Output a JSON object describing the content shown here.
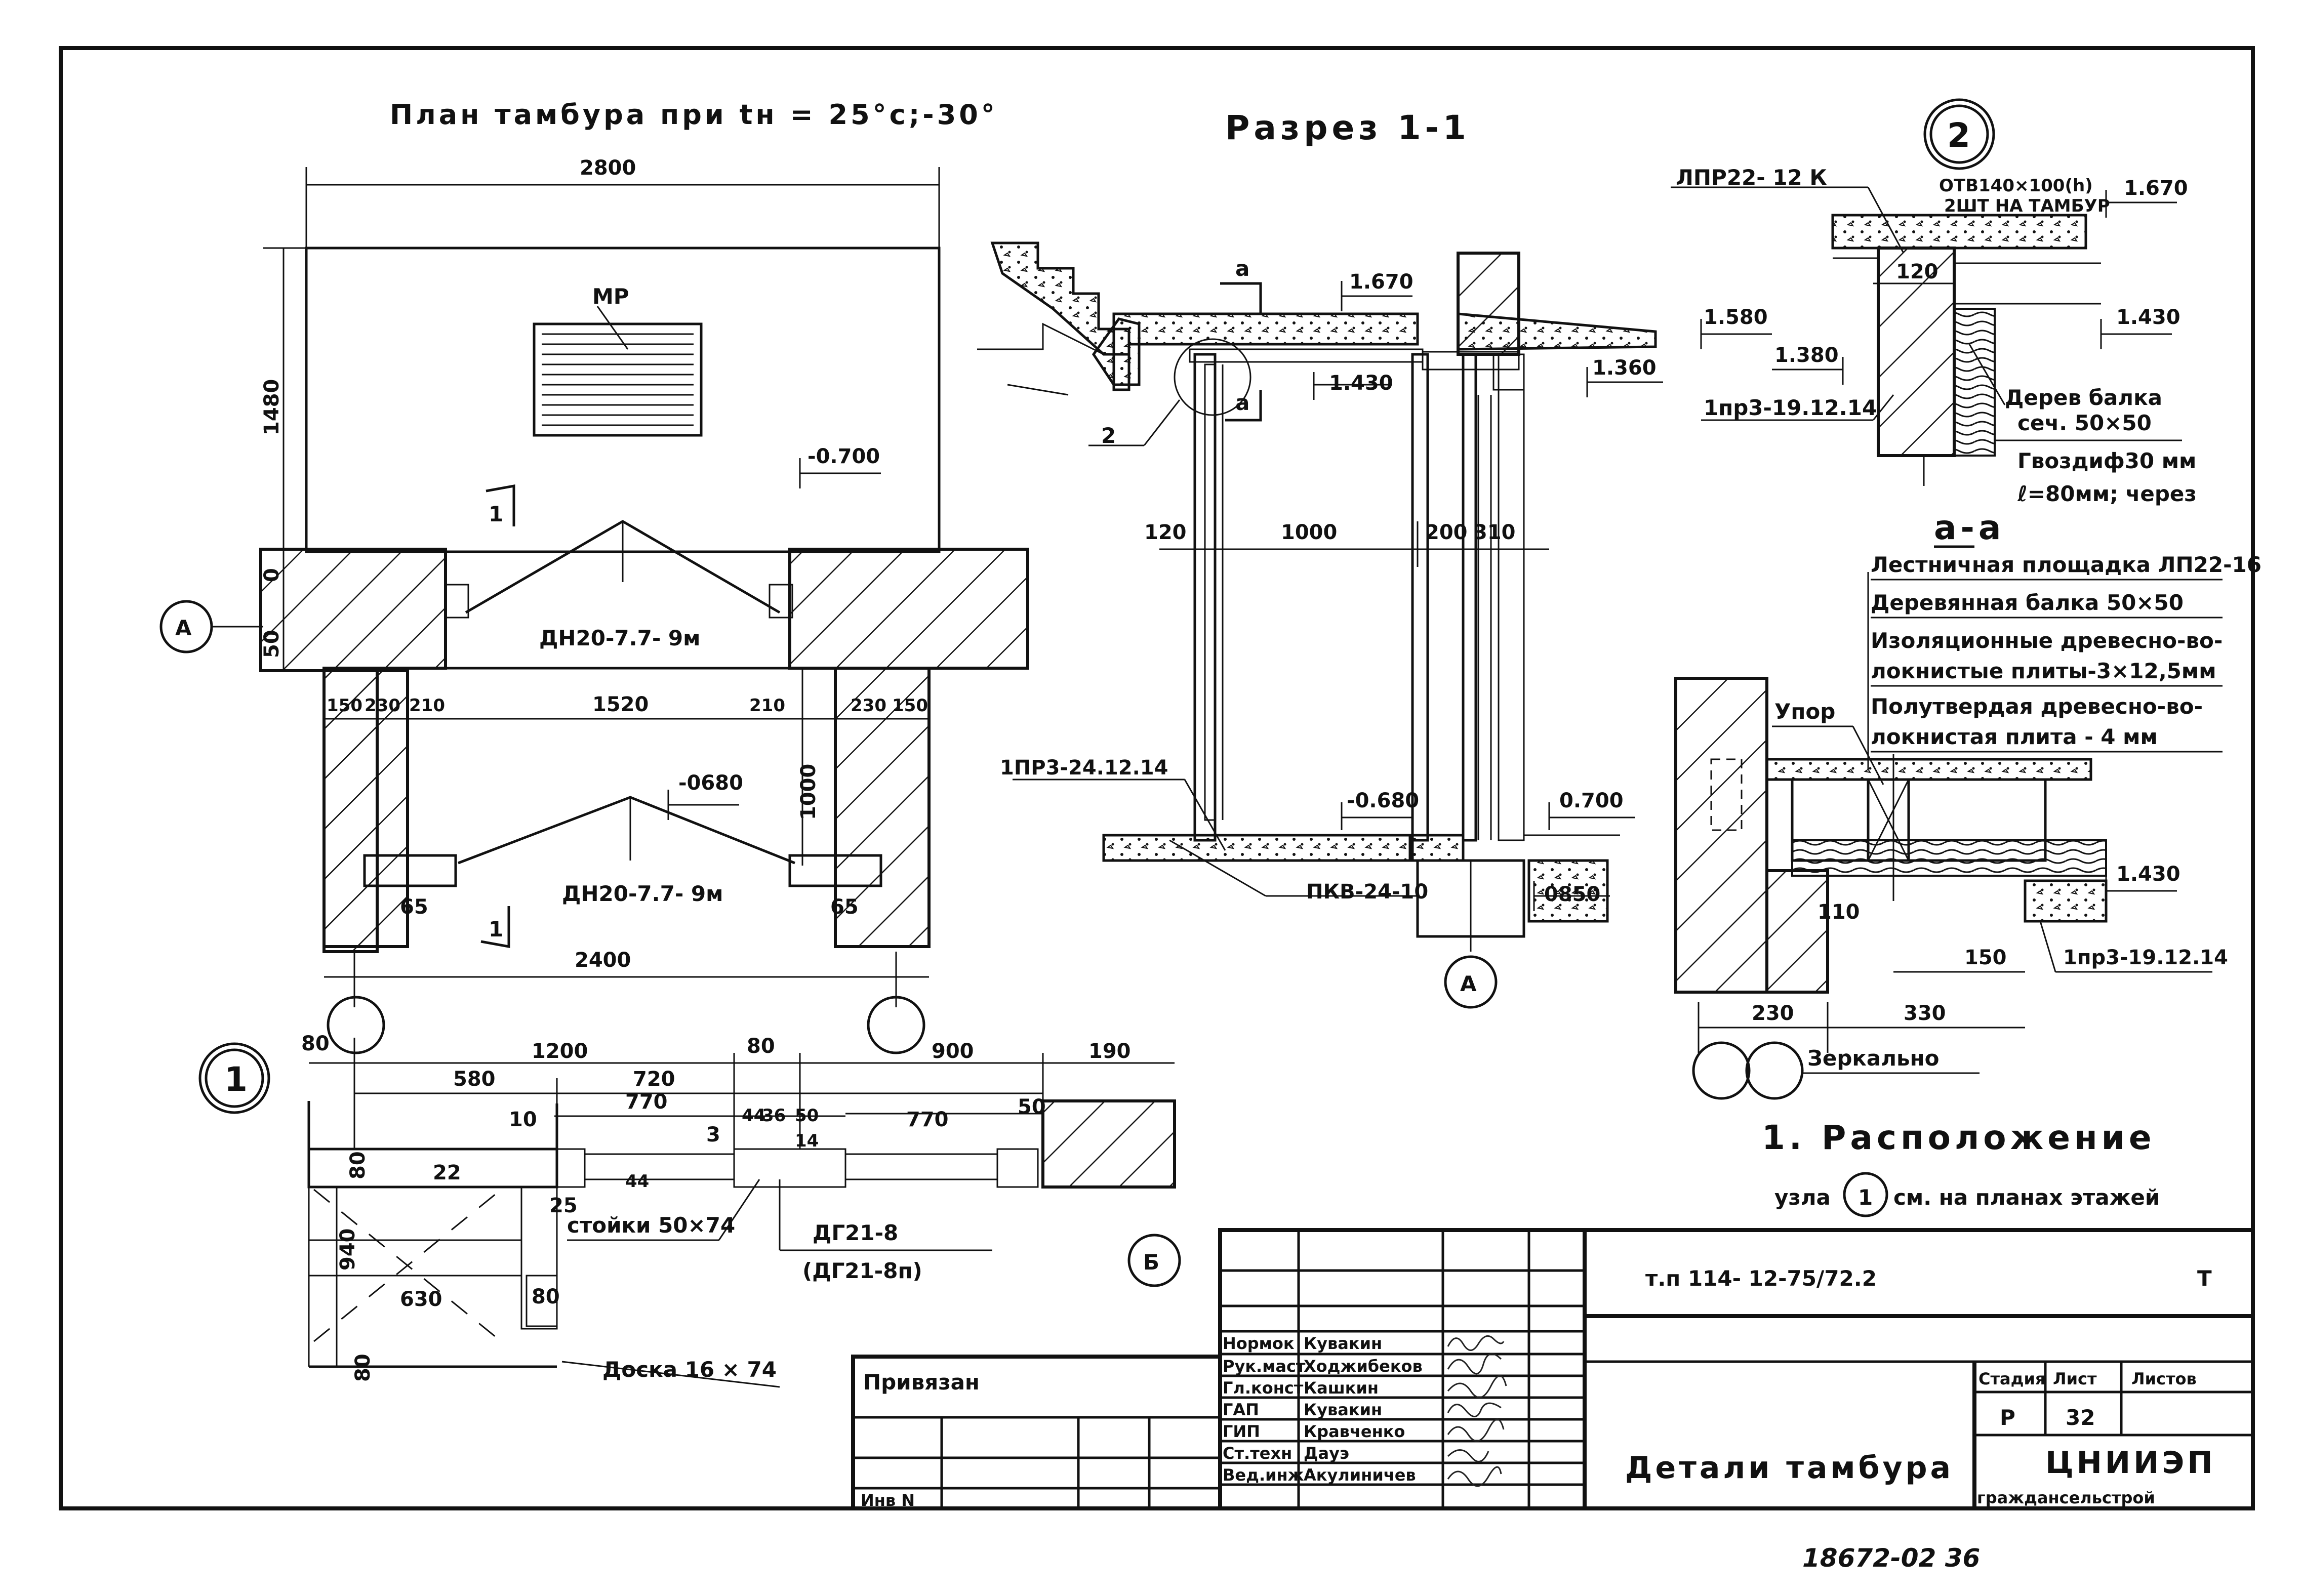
{
  "plan": {
    "title": "План тамбура при tн = 25°с;-30°",
    "label_mr": "МР",
    "door_top": "ДН20-7.7- 9м",
    "door_bottom": "ДН20-7.7- 9м",
    "dims": {
      "top_width": "2800",
      "left_height": "1480",
      "wall_a": "0",
      "wall_b": "50",
      "d150_left": "150",
      "d230_left": "230",
      "d210_left": "210",
      "inner_width": "1520",
      "d210_right": "210",
      "d230_right": "230",
      "d150_right": "150",
      "d1000": "1000",
      "d65_left": "65",
      "d65_right": "65",
      "bottom_width": "2400"
    },
    "levels": {
      "top": "-0.700",
      "mid": "-0680"
    },
    "section_marks": [
      "1",
      "1"
    ],
    "axis_a": "А"
  },
  "section": {
    "title": "Разрез 1-1",
    "labels": {
      "a_top": "а",
      "a_bottom": "а",
      "node": "2",
      "prz_left": "1ПР3-24.12.14",
      "pkv": "ПКВ-24-10"
    },
    "levels": {
      "l1670": "1.670",
      "l1580": "1.580",
      "l1430": "1.430",
      "l1360": "1.360",
      "l0680": "-0.680",
      "l0700": "0.700",
      "l0850": "0850"
    },
    "dims": {
      "d120": "120",
      "d1000": "1000",
      "d200": "200",
      "d310": "310"
    },
    "axis_a": "А"
  },
  "node2": {
    "num": "2",
    "lp": "ЛПР22- 12 К",
    "otv1": "ОТВ140×100(h)",
    "otv2": "2ШТ НА ТАМБУР",
    "l1670": "1.670",
    "l1430": "1.430",
    "l1380": "1.380",
    "d120": "120",
    "prz": "1пр3-19.12.14",
    "beam1": "Дерев балка",
    "beam2": "сеч. 50×50",
    "nail1": "Гвоздиф30 мм",
    "nail2": "ℓ=80мм; через"
  },
  "section_aa": {
    "title": "а-а",
    "notes": [
      "Лестничная площадка ЛП22-16",
      "Деревянная балка 50×50",
      "Изоляционные древесно-во-",
      "локнистые плиты-3×12,5мм",
      "Полутвердая древесно-во-",
      "локнистая плита - 4 мм"
    ],
    "upor": "Упор",
    "l1430": "1.430",
    "d110": "110",
    "d150": "150",
    "prz": "1пр3-19.12.14",
    "d230": "230",
    "d330": "330",
    "mirror": "Зеркально"
  },
  "node1": {
    "num": "1",
    "axis_b": "Б",
    "dims": {
      "d80a": "80",
      "d1200": "1200",
      "d80b": "80",
      "d900": "900",
      "d190": "190",
      "d580": "580",
      "d720": "720",
      "d770a": "770",
      "d10": "10",
      "d3": "3",
      "d44": "44",
      "d36": "36",
      "d50a": "50",
      "d14": "14",
      "d770b": "770",
      "d50b": "50",
      "d80c": "80",
      "d22": "22",
      "d44b": "44",
      "d25": "25",
      "d940": "940",
      "d630": "630",
      "d80d": "80",
      "d80e": "80"
    },
    "stoiki": "стойки 50×74",
    "dg": "ДГ21-8",
    "dgp": "(ДГ21-8п)",
    "doska": "Доска 16 × 74"
  },
  "notes": {
    "line1": "1. Расположение",
    "line2a": "узла",
    "line2num": "1",
    "line2b": "см. на планах этажей"
  },
  "title_block": {
    "code": "т.п 114- 12-75/72.2",
    "letter": "Т",
    "privyazan": "Привязан",
    "inv": "Инв N",
    "roles": [
      "Нормок",
      "Рук.маст",
      "Гл.конст",
      "ГАП",
      "ГИП",
      "Ст.техн",
      "Вед.инж"
    ],
    "names": [
      "Кувакин",
      "Ходжибеков",
      "Кашкин",
      "Кувакин",
      "Кравченко",
      "Дауэ",
      "Акулиничев"
    ],
    "sheet_title": "Детали тамбура",
    "stage_h": "Стадия",
    "sheet_h": "Лист",
    "sheets_h": "Листов",
    "stage": "Р",
    "sheet": "32",
    "org1": "ЦНИИЭП",
    "org2": "граждансельстрой"
  },
  "stamp": "18672-02 36"
}
